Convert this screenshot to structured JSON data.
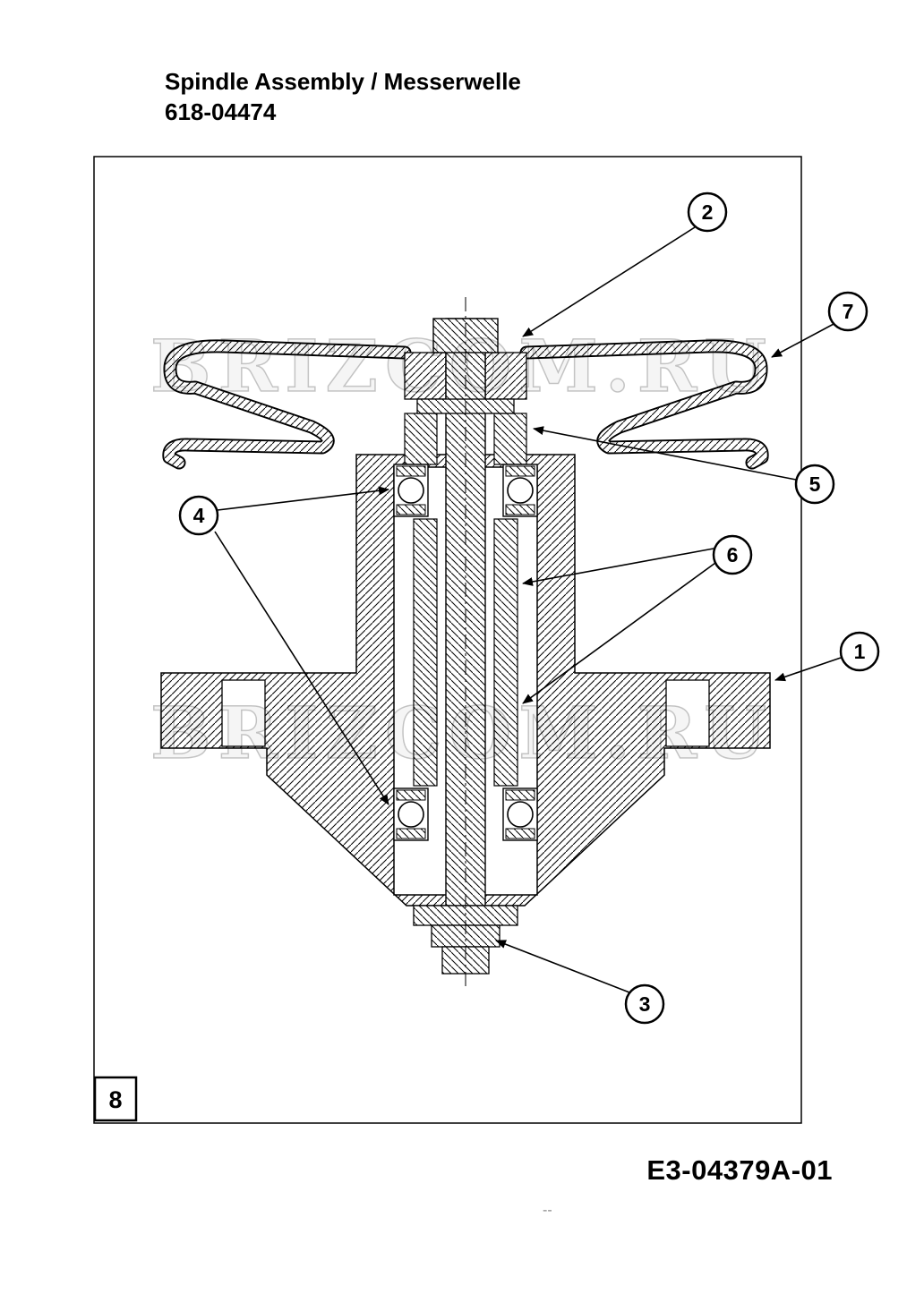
{
  "header": {
    "title": "Spindle Assembly / Messerwelle",
    "part_number": "618-04474"
  },
  "watermark": {
    "text": "BRIZCOM.RU"
  },
  "callouts": [
    {
      "label": "1"
    },
    {
      "label": "2"
    },
    {
      "label": "3"
    },
    {
      "label": "4"
    },
    {
      "label": "5"
    },
    {
      "label": "6"
    },
    {
      "label": "7"
    }
  ],
  "footer": {
    "page_number": "8",
    "drawing_number": "E3-04379A-01",
    "mark": "--"
  }
}
